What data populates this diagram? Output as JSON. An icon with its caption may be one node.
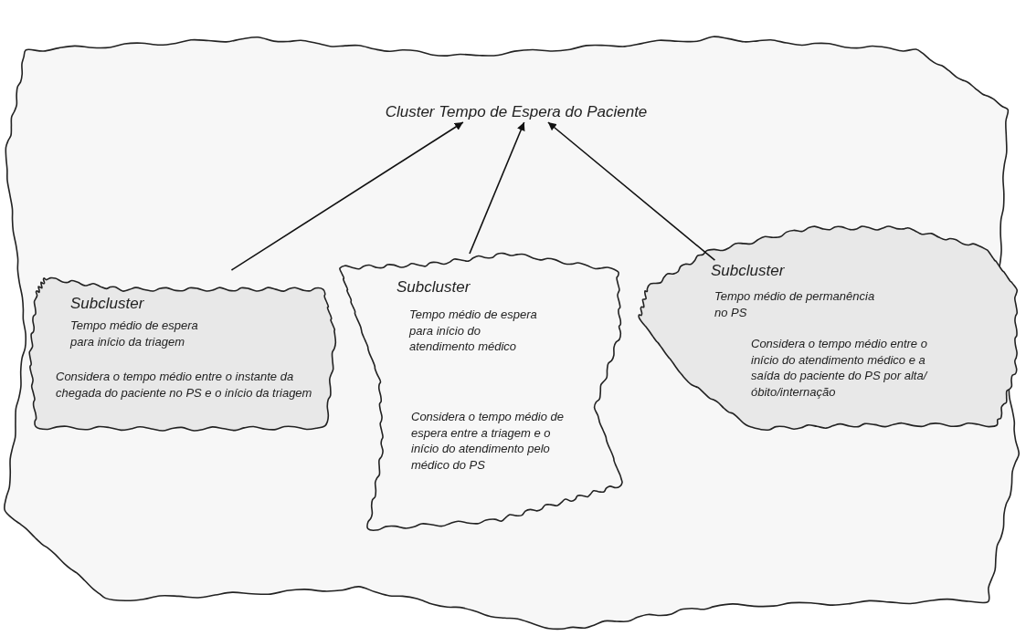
{
  "diagram": {
    "nodes": [
      {
        "text": [],
        "shape": "cloud"
      },
      {
        "text": [
          "Cluster Tempo de Espera do Paciente"
        ],
        "in": 0
      },
      {
        "text": [
          "Subcluster",
          "Tempo médio de espera para início da triagem",
          "Considera o tempo médio entre o instante da chegada do paciente no PS e o início da triagem"
        ],
        "in": 0
      },
      {
        "text": [
          "Subcluster",
          "Tempo médio de espera para início do atendimento médico",
          "Considera o tempo médio de espera entre a triagem e o início do atendimento pelo médico do PS"
        ],
        "in": 0
      },
      {
        "text": [
          "Subcluster",
          "Tempo médio de permanência no PS",
          "Considera o tempo médio entre o início do atendimento médico e a saída do paciente do PS por alta/óbito/internação"
        ],
        "in": 0
      }
    ],
    "edges": [
      {
        "from": 2,
        "to": 1,
        "arrow": "to"
      },
      {
        "from": 3,
        "to": 1,
        "arrow": "to"
      },
      {
        "from": 4,
        "to": 1,
        "arrow": "to"
      }
    ]
  }
}
